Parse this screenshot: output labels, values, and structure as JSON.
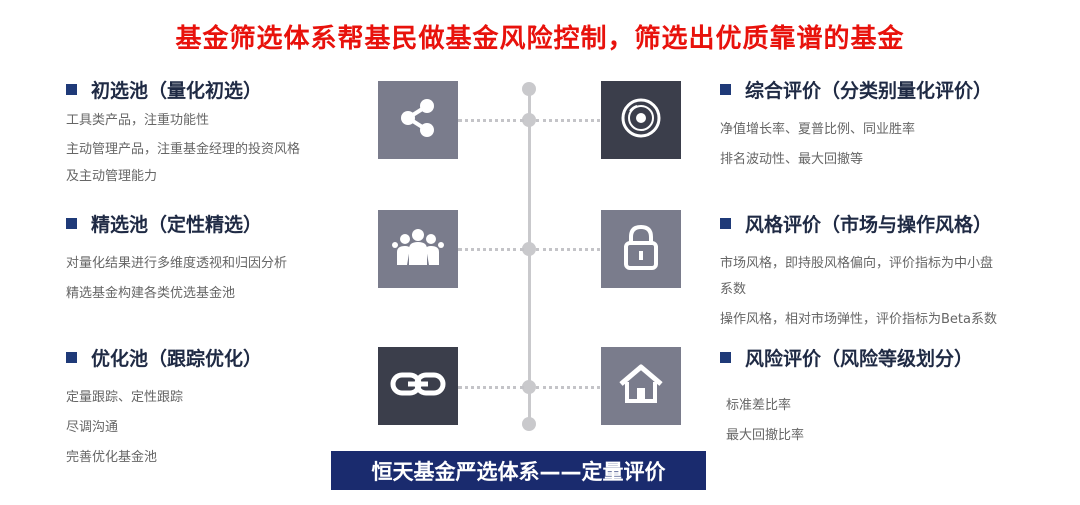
{
  "title": "基金筛选体系帮基民做基金风险控制，筛选出优质靠谱的基金",
  "left_sections": [
    {
      "heading": "初选池（量化初选）",
      "lines": [
        "工具类产品，注重功能性",
        "主动管理产品，注重基金经理的投资风格",
        "及主动管理能力"
      ],
      "icon": "share-icon"
    },
    {
      "heading": "精选池（定性精选）",
      "lines": [
        "对量化结果进行多维度透视和归因分析",
        "精选基金构建各类优选基金池"
      ],
      "icon": "group-icon"
    },
    {
      "heading": "优化池（跟踪优化）",
      "lines": [
        "定量跟踪、定性跟踪",
        "尽调沟通",
        "完善优化基金池"
      ],
      "icon": "link-icon"
    }
  ],
  "right_sections": [
    {
      "heading": "综合评价（分类别量化评价）",
      "lines": [
        "净值增长率、夏普比例、同业胜率",
        "排名波动性、最大回撤等"
      ],
      "icon": "disc-icon"
    },
    {
      "heading": "风格评价（市场与操作风格）",
      "lines": [
        "市场风格，即持股风格偏向，评价指标为中小盘",
        "系数",
        "操作风格，相对市场弹性，评价指标为Beta系数"
      ],
      "icon": "lock-icon"
    },
    {
      "heading": "风险评价（风险等级划分）",
      "lines": [
        "标准差比率",
        "最大回撤比率"
      ],
      "icon": "home-icon"
    }
  ],
  "banner": "恒天基金严选体系——定量评价",
  "colors": {
    "title": "#e8120c",
    "banner_bg": "#1a2b6e",
    "box_light": "#7a7c8c",
    "box_dark": "#3b3e4b",
    "connector": "#c9c9cc"
  }
}
